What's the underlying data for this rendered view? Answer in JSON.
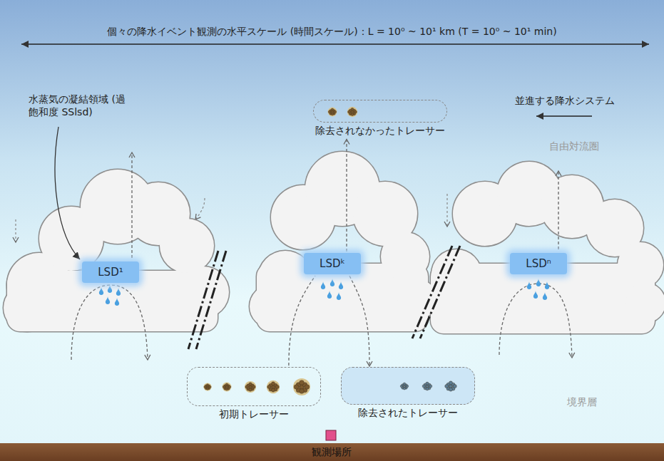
{
  "diagram": {
    "nodes": [
      {
        "text": [
          "除去されなかったトレーサー"
        ]
      },
      {
        "text": [
          "LSD¹"
        ]
      },
      {
        "text": [
          "LSDᵏ"
        ]
      },
      {
        "text": [
          "LSDⁿ"
        ]
      },
      {
        "text": [
          "初期トレーサー"
        ]
      },
      {
        "text": [
          "除去されたトレーサー"
        ]
      }
    ],
    "edges": [
      {
        "from": 4,
        "to": 2,
        "arrow": "none"
      },
      {
        "from": 2,
        "to": 5,
        "arrow": "to"
      },
      {
        "from": 2,
        "to": 0,
        "arrow": "to"
      }
    ],
    "labels": [
      "個々の降水イベント観測の水平スケール (時間スケール)：L = 10⁰ ~ 10¹ km (T = 10⁰ ~ 10¹ min)",
      "水蒸気の凝結領域 (過飽和度 SSlsd)",
      "並進する降水システム",
      "自由対流圏",
      "境界層",
      "観測場所"
    ]
  }
}
